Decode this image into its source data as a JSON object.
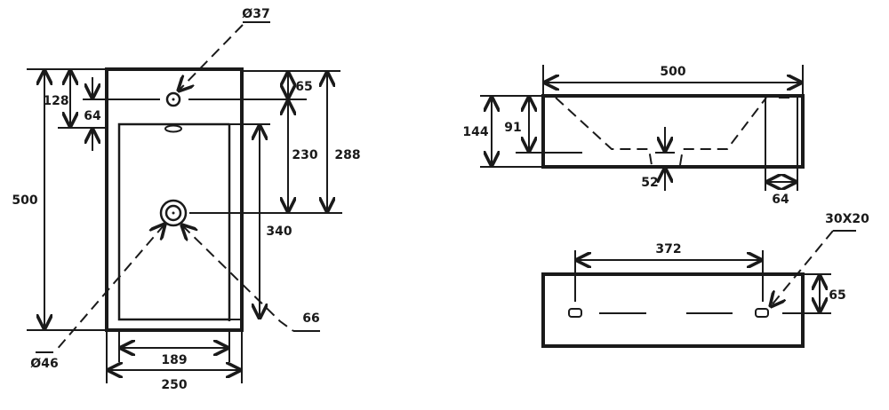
{
  "top_view": {
    "dims": {
      "overall_length": "500",
      "tap_hole_offset": "128",
      "tap_to_bowl": "64",
      "tap_from_edge": "65",
      "tap_to_drain": "230",
      "edge_to_drain": "288",
      "bowl_length": "340",
      "bowl_width": "189",
      "overall_width": "250"
    },
    "callouts": {
      "tap_hole_diameter": "Ø37",
      "drain_diameter": "Ø46",
      "bowl_corner": "66"
    }
  },
  "side_view": {
    "dims": {
      "overall_length": "500",
      "overall_height": "144",
      "bowl_depth": "91",
      "base_thickness": "52",
      "deck_width": "64"
    }
  },
  "back_view": {
    "dims": {
      "mount_spacing": "372",
      "mount_height": "65"
    },
    "callouts": {
      "mount_slot_size": "30X20"
    }
  },
  "colors": {
    "line": "#1a1a1a",
    "background": "#ffffff"
  }
}
